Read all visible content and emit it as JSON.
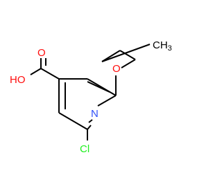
{
  "molecule": {
    "atom_labels": {
      "hydroxyl": "HO",
      "carbonyl_oxygen": "O",
      "ether_oxygen": "O",
      "ring_nitrogen": "N",
      "chlorine": "Cl",
      "methyl": "CH",
      "methyl_subscript": "3"
    }
  },
  "colors": {
    "oxygen": "#FF0D0D",
    "nitrogen": "#3050F8",
    "chlorine": "#1FF01F",
    "carbon": "#000000",
    "bond": "#000000",
    "background": "#FFFFFF"
  }
}
